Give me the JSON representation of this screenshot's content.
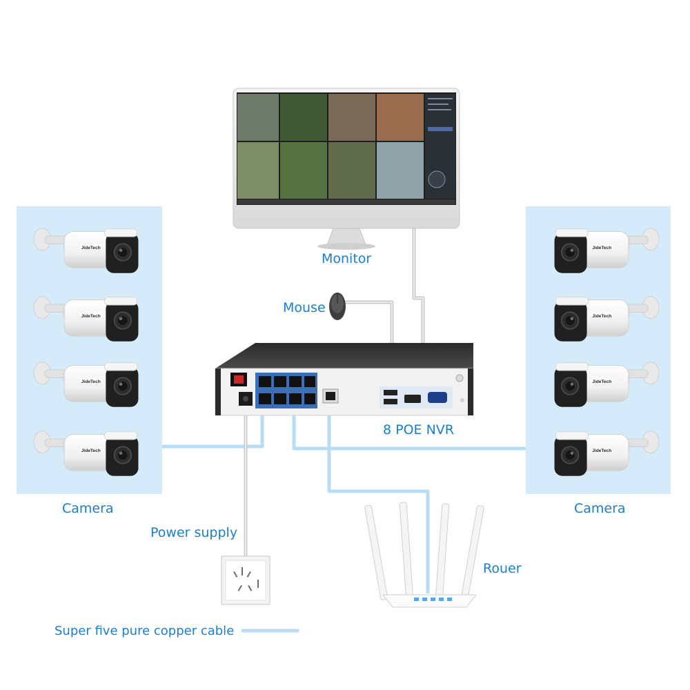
{
  "labels": {
    "monitor": "Monitor",
    "mouse": "Mouse",
    "nvr": "8 POE NVR",
    "camera_left": "Camera",
    "camera_right": "Camera",
    "power_supply": "Power supply",
    "router": "Rouer",
    "legend": "Super five pure copper cable"
  },
  "nvr_ports": {
    "usb": "USB",
    "hdmi": "HDMI",
    "vga": "VGA",
    "lan": "LAN",
    "dc": "DC"
  },
  "colors": {
    "cable": "#b9dcf5",
    "cable_gray": "#c8c8c8",
    "label": "#1a7fd0",
    "panel": "#d6ebfa"
  },
  "camera_brand": "JideTech",
  "icons": [
    "monitor-icon",
    "mouse-icon",
    "nvr-icon",
    "camera-icon",
    "router-icon",
    "power-outlet-icon"
  ]
}
